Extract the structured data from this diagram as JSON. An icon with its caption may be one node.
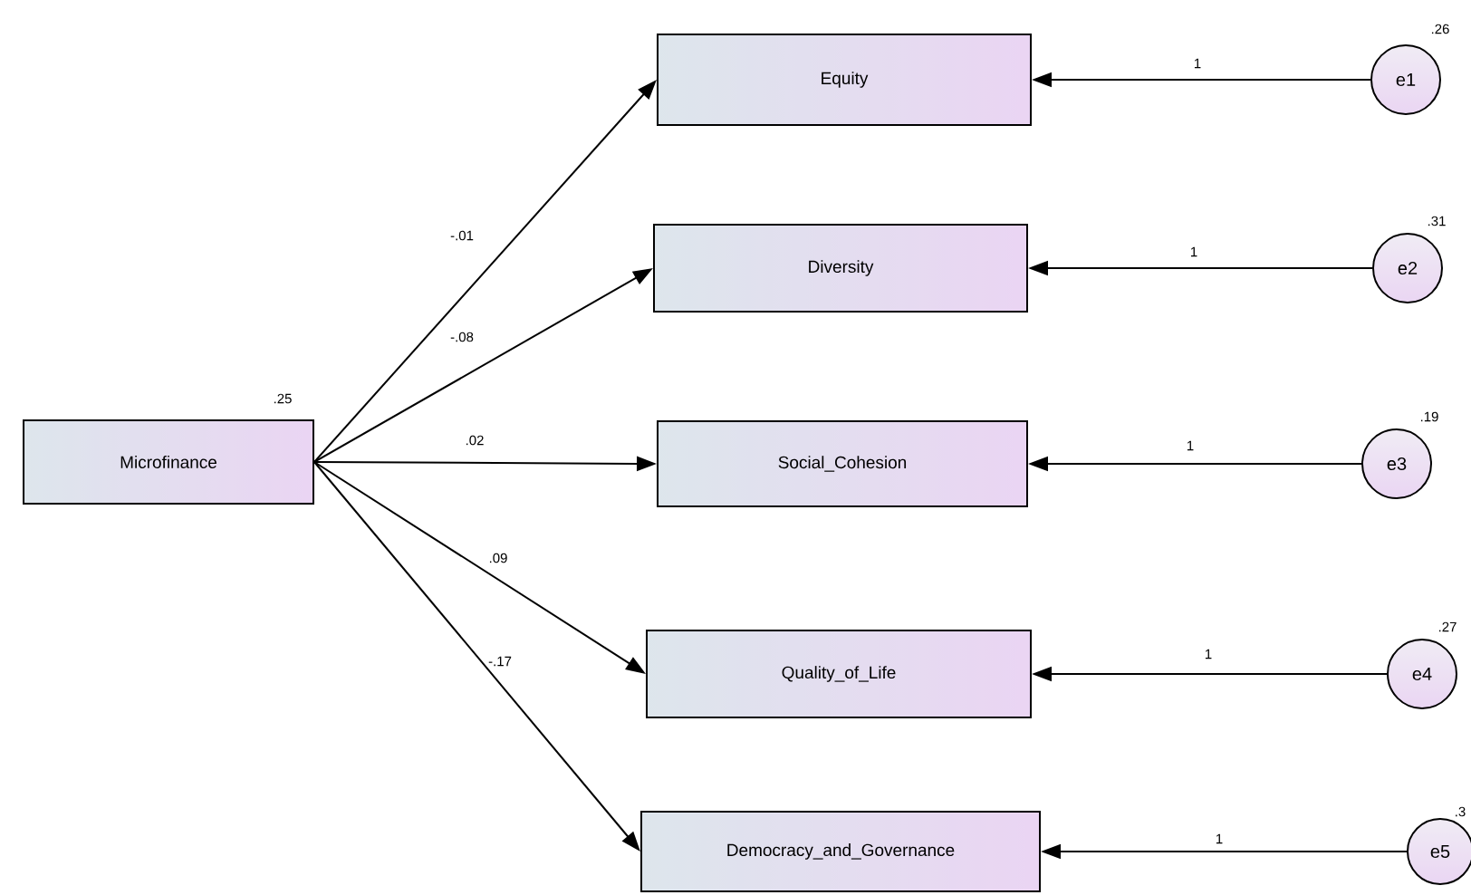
{
  "diagram": {
    "nodes": [
      {
        "text": [
          "Microfinance"
        ],
        "beside": [
          ".25"
        ]
      },
      {
        "text": [
          "Equity"
        ]
      },
      {
        "text": [
          "Diversity"
        ]
      },
      {
        "text": [
          "Social_Cohesion"
        ]
      },
      {
        "text": [
          "Quality_of_Life"
        ]
      },
      {
        "text": [
          "Democracy_and_Governance"
        ]
      },
      {
        "text": [
          "e1"
        ],
        "beside": [
          ".26"
        ]
      },
      {
        "text": [
          "e2"
        ],
        "beside": [
          ".31"
        ]
      },
      {
        "text": [
          "e3"
        ],
        "beside": [
          ".19"
        ]
      },
      {
        "text": [
          "e4"
        ],
        "beside": [
          ".27"
        ]
      },
      {
        "text": [
          "e5"
        ],
        "beside": [
          ".3"
        ]
      }
    ],
    "edges": [
      {
        "from": 0,
        "to": 1,
        "arrow": "to",
        "label": "-.01"
      },
      {
        "from": 0,
        "to": 2,
        "arrow": "to",
        "label": "-.08"
      },
      {
        "from": 0,
        "to": 3,
        "arrow": "to",
        "label": ".02"
      },
      {
        "from": 0,
        "to": 4,
        "arrow": "to",
        "label": ".09"
      },
      {
        "from": 0,
        "to": 5,
        "arrow": "to",
        "label": "-.17"
      },
      {
        "from": 6,
        "to": 1,
        "arrow": "to",
        "label": "1"
      },
      {
        "from": 7,
        "to": 2,
        "arrow": "to",
        "label": "1"
      },
      {
        "from": 8,
        "to": 3,
        "arrow": "to",
        "label": "1"
      },
      {
        "from": 9,
        "to": 4,
        "arrow": "to",
        "label": "1"
      },
      {
        "from": 10,
        "to": 5,
        "arrow": "to",
        "label": "1"
      }
    ]
  }
}
